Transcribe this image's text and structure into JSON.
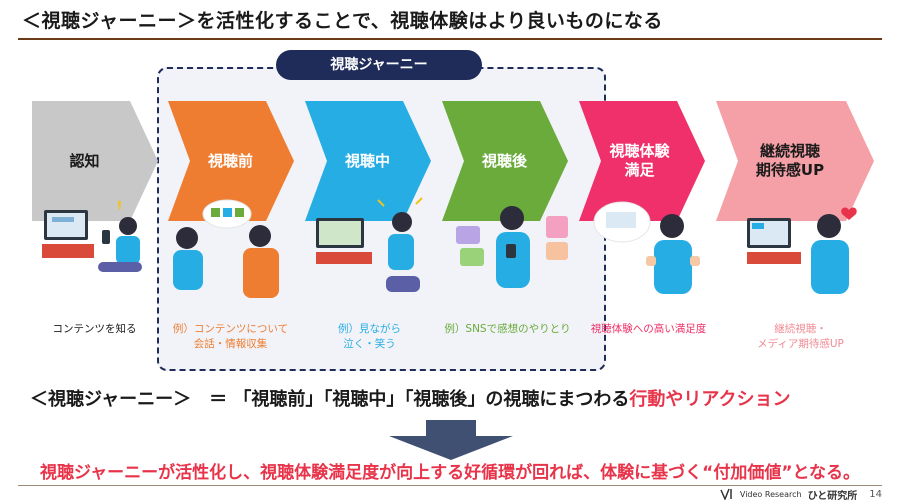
{
  "title": "＜視聴ジャーニー＞を活性化することで、視聴体験はより良いものになる",
  "journey_label": "視聴ジャーニー",
  "stages": [
    {
      "label": "認知",
      "caption": "コンテンツを知る",
      "fill": "#c8c8c8",
      "text_color": "#1a1a1a",
      "caption_color": "#1a1a1a"
    },
    {
      "label": "視聴前",
      "caption": "例）コンテンツについて\n会話・情報収集",
      "fill": "#ee7d31",
      "text_color": "#ffffff",
      "caption_color": "#ee7d31"
    },
    {
      "label": "視聴中",
      "caption": "例）見ながら\n泣く・笑う",
      "fill": "#26ade4",
      "text_color": "#ffffff",
      "caption_color": "#26ade4"
    },
    {
      "label": "視聴後",
      "caption": "例）SNSで感想のやりとり",
      "fill": "#6aab3b",
      "text_color": "#ffffff",
      "caption_color": "#6aab3b"
    },
    {
      "label": "視聴体験\n満足",
      "caption": "視聴体験への高い満足度",
      "fill": "#f0306a",
      "text_color": "#ffffff",
      "caption_color": "#f0306a"
    },
    {
      "label": "継続視聴\n期待感UP",
      "caption": "継続視聴・\nメディア期待感UP",
      "fill": "#f4a0a6",
      "text_color": "#1a1a1a",
      "caption_color": "#f08a94"
    }
  ],
  "equation": {
    "left": "＜視聴ジャーニー＞　＝ 「視聴前」「視聴中」「視聴後」の視聴にまつわる",
    "highlight": "行動やリアクション"
  },
  "conclusion": "視聴ジャーニーが活性化し、視聴体験満足度が向上する好循環が回れば、体験に基づく“付加価値”となる。",
  "footer": {
    "brand": "Video Research",
    "org": "ひと研究所",
    "page": "14"
  },
  "colors": {
    "navy": "#1f2c5a",
    "accent_red": "#e8344a",
    "title_rule": "#6b3a17"
  }
}
